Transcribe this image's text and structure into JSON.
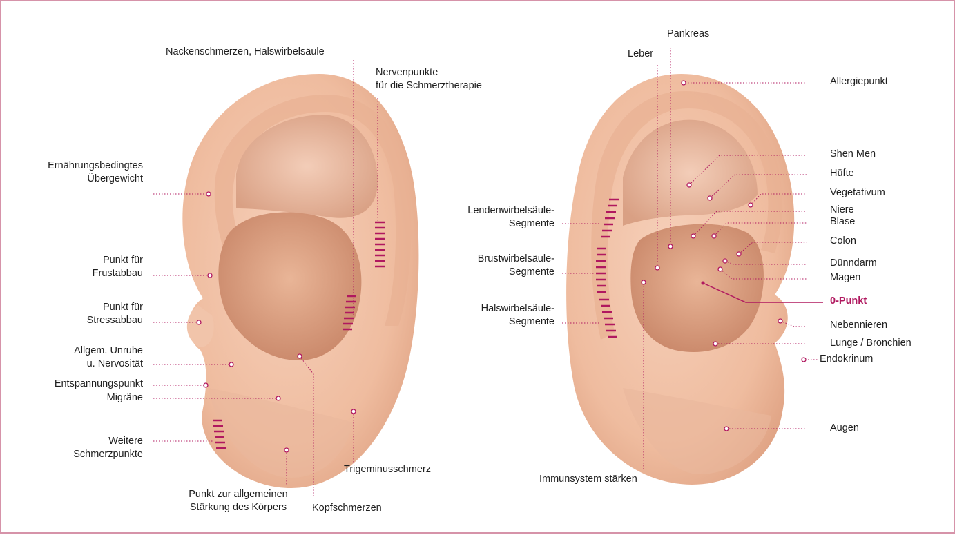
{
  "colors": {
    "accent": "#b0185f",
    "leader": "#b0185f",
    "frame": "#d693a9",
    "skin": "#f2c2a8",
    "skin_shadow": "#e1a486",
    "skin_deep": "#c98769"
  },
  "left_ear": {
    "labels": {
      "nacken": "Nackenschmerzen, Halswirbelsäule",
      "nerven_1": "Nervenpunkte",
      "nerven_2": "für die Schmerztherapie",
      "ernaehrung_1": "Ernährungsbedingtes",
      "ernaehrung_2": "Übergewicht",
      "frust_1": "Punkt für",
      "frust_2": "Frustabbau",
      "stress_1": "Punkt für",
      "stress_2": "Stressabbau",
      "unruhe_1": "Allgem. Unruhe",
      "unruhe_2": "u. Nervosität",
      "entspannung": "Entspannungspunkt",
      "migraene": "Migräne",
      "weitere_1": "Weitere",
      "weitere_2": "Schmerzpunkte",
      "staerkung_1": "Punkt zur allgemeinen",
      "staerkung_2": "Stärkung des Körpers",
      "trigeminus": "Trigeminusschmerz",
      "kopf": "Kopfschmerzen"
    }
  },
  "right_ear": {
    "labels": {
      "pankreas": "Pankreas",
      "leber": "Leber",
      "allergie": "Allergiepunkt",
      "shen_men": "Shen Men",
      "huefte": "Hüfte",
      "vegetativum": "Vegetativum",
      "niere": "Niere",
      "blase": "Blase",
      "colon": "Colon",
      "duenndarm": "Dünndarm",
      "magen": "Magen",
      "null_punkt": "0-Punkt",
      "nebennieren": "Nebennieren",
      "lunge": "Lunge / Bronchien",
      "endokrinum": "Endokrinum",
      "augen": "Augen",
      "immun": "Immunsystem stärken",
      "lenden_1": "Lendenwirbelsäule-",
      "lenden_2": "Segmente",
      "brust_1": "Brustwirbelsäule-",
      "brust_2": "Segmente",
      "hals_1": "Halswirbelsäule-",
      "hals_2": "Segmente"
    }
  }
}
